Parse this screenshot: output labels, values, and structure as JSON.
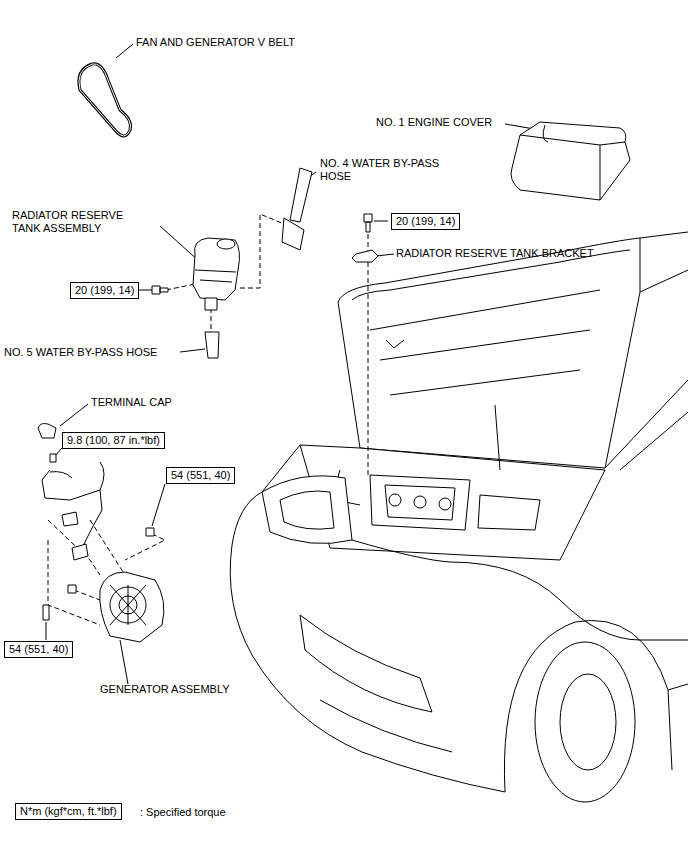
{
  "diagram": {
    "nodes": [
      {
        "text": [
          "20 (199, 14)"
        ]
      },
      {
        "text": [
          "20 (199, 14)"
        ]
      },
      {
        "text": [
          "9.8 (100, 87 in.*lbf)"
        ]
      },
      {
        "text": [
          "54 (551, 40)"
        ]
      },
      {
        "text": [
          "54 (551, 40)"
        ]
      },
      {
        "text": [
          "N*m (kgf*cm, ft.*lbf)"
        ]
      }
    ],
    "labels": [
      "FAN AND GENERATOR V BELT",
      "NO. 1 ENGINE COVER",
      "NO. 4 WATER BY-PASS HOSE",
      "RADIATOR RESERVE TANK ASSEMBLY",
      "RADIATOR RESERVE TANK BRACKET",
      "NO. 5 WATER BY-PASS HOSE",
      "TERMINAL CAP",
      "GENERATOR ASSEMBLY",
      ": Specified torque"
    ]
  }
}
